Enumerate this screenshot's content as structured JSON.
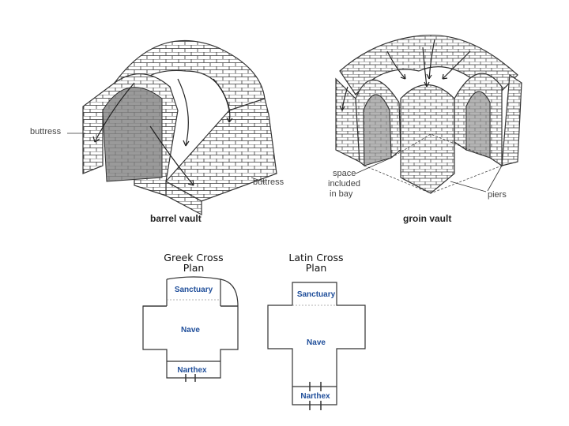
{
  "barrel_vault": {
    "caption": "barrel vault",
    "label_buttress_left": "buttress",
    "label_buttress_right": "buttress"
  },
  "groin_vault": {
    "caption": "groin vault",
    "label_space_line1": "space",
    "label_space_line2": "included",
    "label_space_line3": "in bay",
    "label_piers": "piers"
  },
  "greek_cross": {
    "title_line1": "Greek Cross",
    "title_line2": "Plan",
    "sanctuary": "Sanctuary",
    "nave": "Nave",
    "narthex": "Narthex"
  },
  "latin_cross": {
    "title_line1": "Latin Cross",
    "title_line2": "Plan",
    "sanctuary": "Sanctuary",
    "nave": "Nave",
    "narthex": "Narthex"
  },
  "colors": {
    "room_label": "#1f4e9a",
    "shade": "#9a9a9a",
    "line": "#333333"
  }
}
